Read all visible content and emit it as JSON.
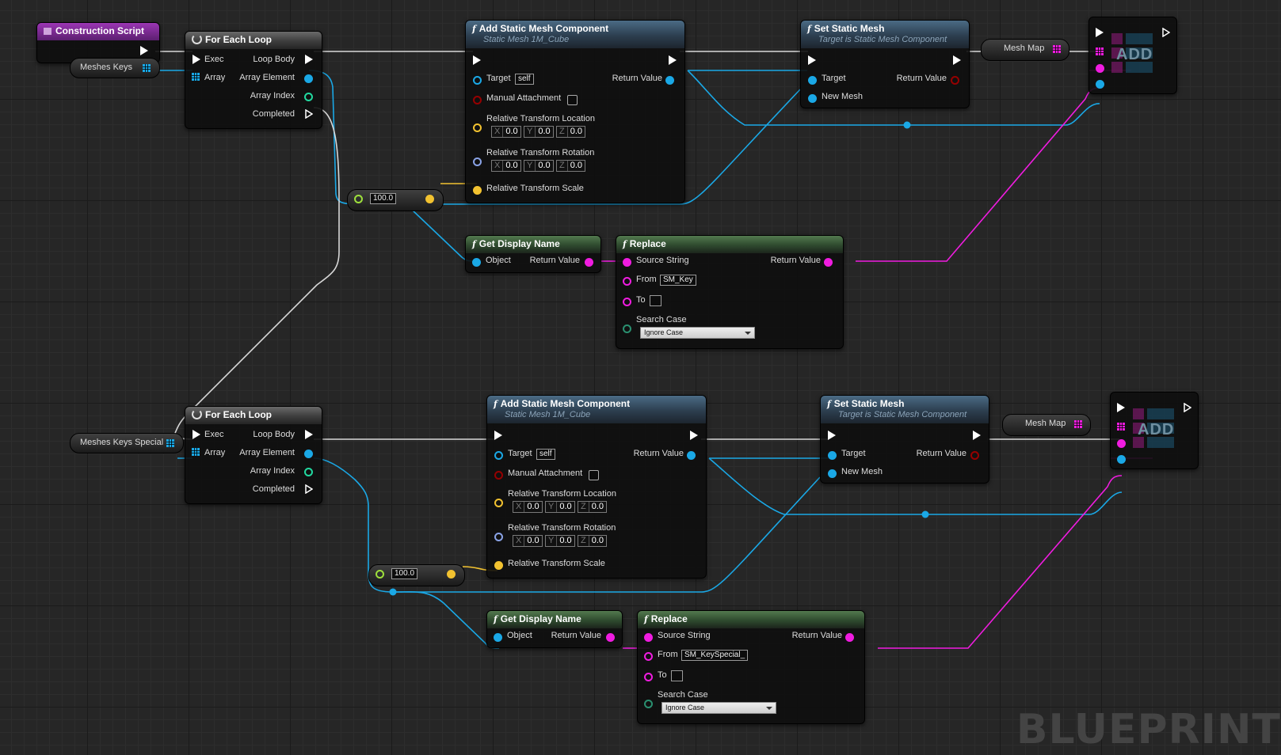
{
  "watermark": "BLUEPRINT",
  "colors": {
    "exec": "#ffffff",
    "object": "#1aa8e6",
    "string": "#f01ce0",
    "vector": "#f2c230",
    "rotator": "#8aa3e6",
    "integer": "#22d9a0",
    "float": "#9ee03c",
    "boolean": "#960000",
    "name": "#2a9070"
  },
  "construction_script": {
    "title": "Construction Script"
  },
  "groups": [
    {
      "array_var": "Meshes Keys",
      "for_each": {
        "title": "For Each Loop",
        "exec": "Exec",
        "array": "Array",
        "loop_body": "Loop Body",
        "array_element": "Array Element",
        "array_index": "Array Index",
        "completed": "Completed"
      },
      "add_smc": {
        "title": "Add Static Mesh Component",
        "subtitle": "Static Mesh 1M_Cube",
        "target": "Target",
        "target_value": "self",
        "return_value": "Return Value",
        "manual_attachment": "Manual Attachment",
        "loc_label": "Relative Transform Location",
        "loc": {
          "x": "0.0",
          "y": "0.0",
          "z": "0.0"
        },
        "rot_label": "Relative Transform Rotation",
        "rot": {
          "x": "0.0",
          "y": "0.0",
          "z": "0.0"
        },
        "scale_label": "Relative Transform Scale"
      },
      "scale_value": "100.0",
      "set_mesh": {
        "title": "Set Static Mesh",
        "subtitle": "Target is Static Mesh Component",
        "target": "Target",
        "new_mesh": "New Mesh",
        "return_value": "Return Value"
      },
      "mesh_map_var": "Mesh Map",
      "add_node": {
        "label": "ADD"
      },
      "display_name": {
        "title": "Get Display Name",
        "object": "Object",
        "return_value": "Return Value"
      },
      "replace": {
        "title": "Replace",
        "source": "Source String",
        "from": "From",
        "from_value": "SM_Key",
        "to": "To",
        "to_value": "",
        "search_case": "Search Case",
        "search_case_value": "Ignore Case",
        "return_value": "Return Value"
      }
    },
    {
      "array_var": "Meshes Keys Special",
      "for_each": {
        "title": "For Each Loop",
        "exec": "Exec",
        "array": "Array",
        "loop_body": "Loop Body",
        "array_element": "Array Element",
        "array_index": "Array Index",
        "completed": "Completed"
      },
      "add_smc": {
        "title": "Add Static Mesh Component",
        "subtitle": "Static Mesh 1M_Cube",
        "target": "Target",
        "target_value": "self",
        "return_value": "Return Value",
        "manual_attachment": "Manual Attachment",
        "loc_label": "Relative Transform Location",
        "loc": {
          "x": "0.0",
          "y": "0.0",
          "z": "0.0"
        },
        "rot_label": "Relative Transform Rotation",
        "rot": {
          "x": "0.0",
          "y": "0.0",
          "z": "0.0"
        },
        "scale_label": "Relative Transform Scale"
      },
      "scale_value": "100.0",
      "set_mesh": {
        "title": "Set Static Mesh",
        "subtitle": "Target is Static Mesh Component",
        "target": "Target",
        "new_mesh": "New Mesh",
        "return_value": "Return Value"
      },
      "mesh_map_var": "Mesh Map",
      "add_node": {
        "label": "ADD"
      },
      "display_name": {
        "title": "Get Display Name",
        "object": "Object",
        "return_value": "Return Value"
      },
      "replace": {
        "title": "Replace",
        "source": "Source String",
        "from": "From",
        "from_value": "SM_KeySpecial_",
        "to": "To",
        "to_value": "",
        "search_case": "Search Case",
        "search_case_value": "Ignore Case",
        "return_value": "Return Value"
      }
    }
  ]
}
